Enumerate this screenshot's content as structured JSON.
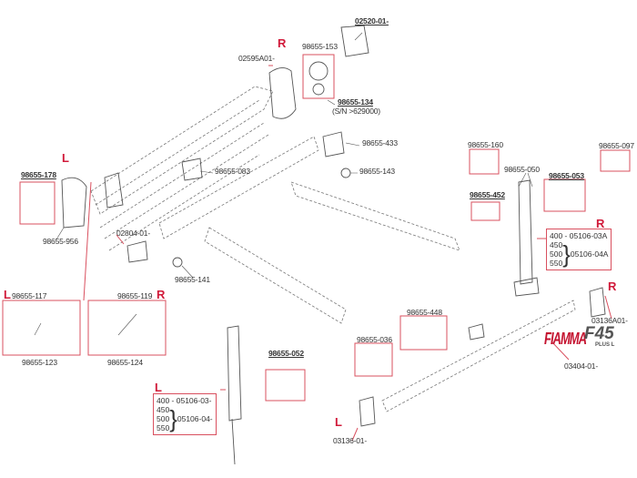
{
  "parts": {
    "p02520": "02520-01-",
    "p153": "98655-153",
    "p02595": "02595A01-",
    "p134": "98655-134",
    "p134_note": "(S/N >629000)",
    "p433": "98655-433",
    "p143": "98655-143",
    "p083": "98655-083",
    "p178": "98655-178",
    "p956": "98655-956",
    "p02804": "02804-01-",
    "p141": "98655-141",
    "p117": "98655-117",
    "p119": "98655-119",
    "p123": "98655-123",
    "p124": "98655-124",
    "p052": "98655-052",
    "p448": "98655-448",
    "p036": "98655-036",
    "p03136": "03136-01-",
    "p160": "98655-160",
    "p097": "98655-097",
    "p050": "98655-050",
    "p053": "98655-053",
    "p452": "98655-452",
    "p03136A": "03136A01-",
    "p03404": "03404-01-"
  },
  "sides": {
    "left": "L",
    "right": "R"
  },
  "leg_left": {
    "l1": "400 - 05106-03-",
    "l2": "450",
    "l3": "500",
    "l4": "550",
    "code": "05106-04-"
  },
  "leg_right": {
    "l1": "400 - 05106-03A",
    "l2": "450",
    "l3": "500",
    "l4": "550",
    "code": "05106-04A"
  },
  "logo": {
    "brand": "FIAMMA",
    "model": "F45",
    "variant": "PLUS L"
  },
  "colors": {
    "accent": "#d11a3a",
    "box": "#d9505f",
    "line": "#555555"
  }
}
